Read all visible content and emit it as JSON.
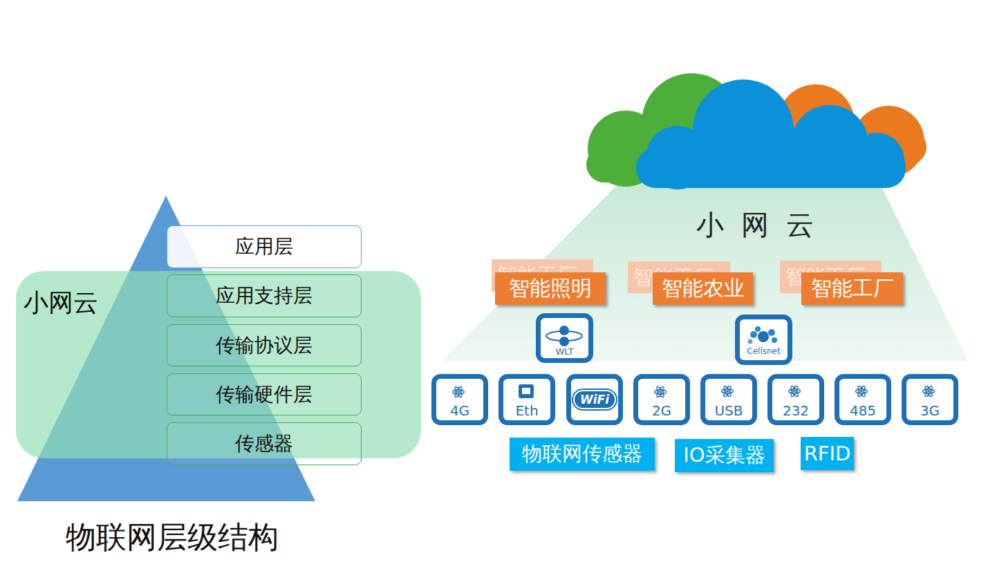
{
  "diagram": {
    "caption": "物联网层级结构",
    "nodes": [
      {
        "text": [
          "应用层"
        ]
      },
      {
        "text": [
          "小网云"
        ]
      },
      {
        "text": [
          "应用支持层"
        ],
        "in": 1
      },
      {
        "text": [
          "传输协议层"
        ],
        "in": 1
      },
      {
        "text": [
          "传输硬件层"
        ],
        "in": 1
      },
      {
        "text": [
          "传感器"
        ],
        "in": 1
      },
      {
        "text": [
          "小 网 云"
        ]
      },
      {
        "text": [
          "智能工厂"
        ],
        "in": 6
      },
      {
        "text": [
          "智能工厂"
        ],
        "in": 6
      },
      {
        "text": [
          "智能工厂"
        ],
        "in": 6
      },
      {
        "text": [
          "智能照明"
        ],
        "in": 6
      },
      {
        "text": [
          "智能农业"
        ],
        "in": 6
      },
      {
        "text": [
          "智能工厂"
        ],
        "in": 6
      },
      {
        "text": [
          "WLT"
        ],
        "in": 6
      },
      {
        "text": [
          "Cellsnet"
        ],
        "in": 6
      },
      {
        "text": [
          "4G"
        ]
      },
      {
        "text": [
          "Eth"
        ]
      },
      {
        "text": [
          "WiFi"
        ]
      },
      {
        "text": [
          "2G"
        ]
      },
      {
        "text": [
          "USB"
        ]
      },
      {
        "text": [
          "232"
        ]
      },
      {
        "text": [
          "485"
        ]
      },
      {
        "text": [
          "3G"
        ]
      },
      {
        "text": [
          "物联网传感器"
        ]
      },
      {
        "text": [
          "IO采集器"
        ]
      },
      {
        "text": [
          "RFID"
        ]
      }
    ]
  }
}
